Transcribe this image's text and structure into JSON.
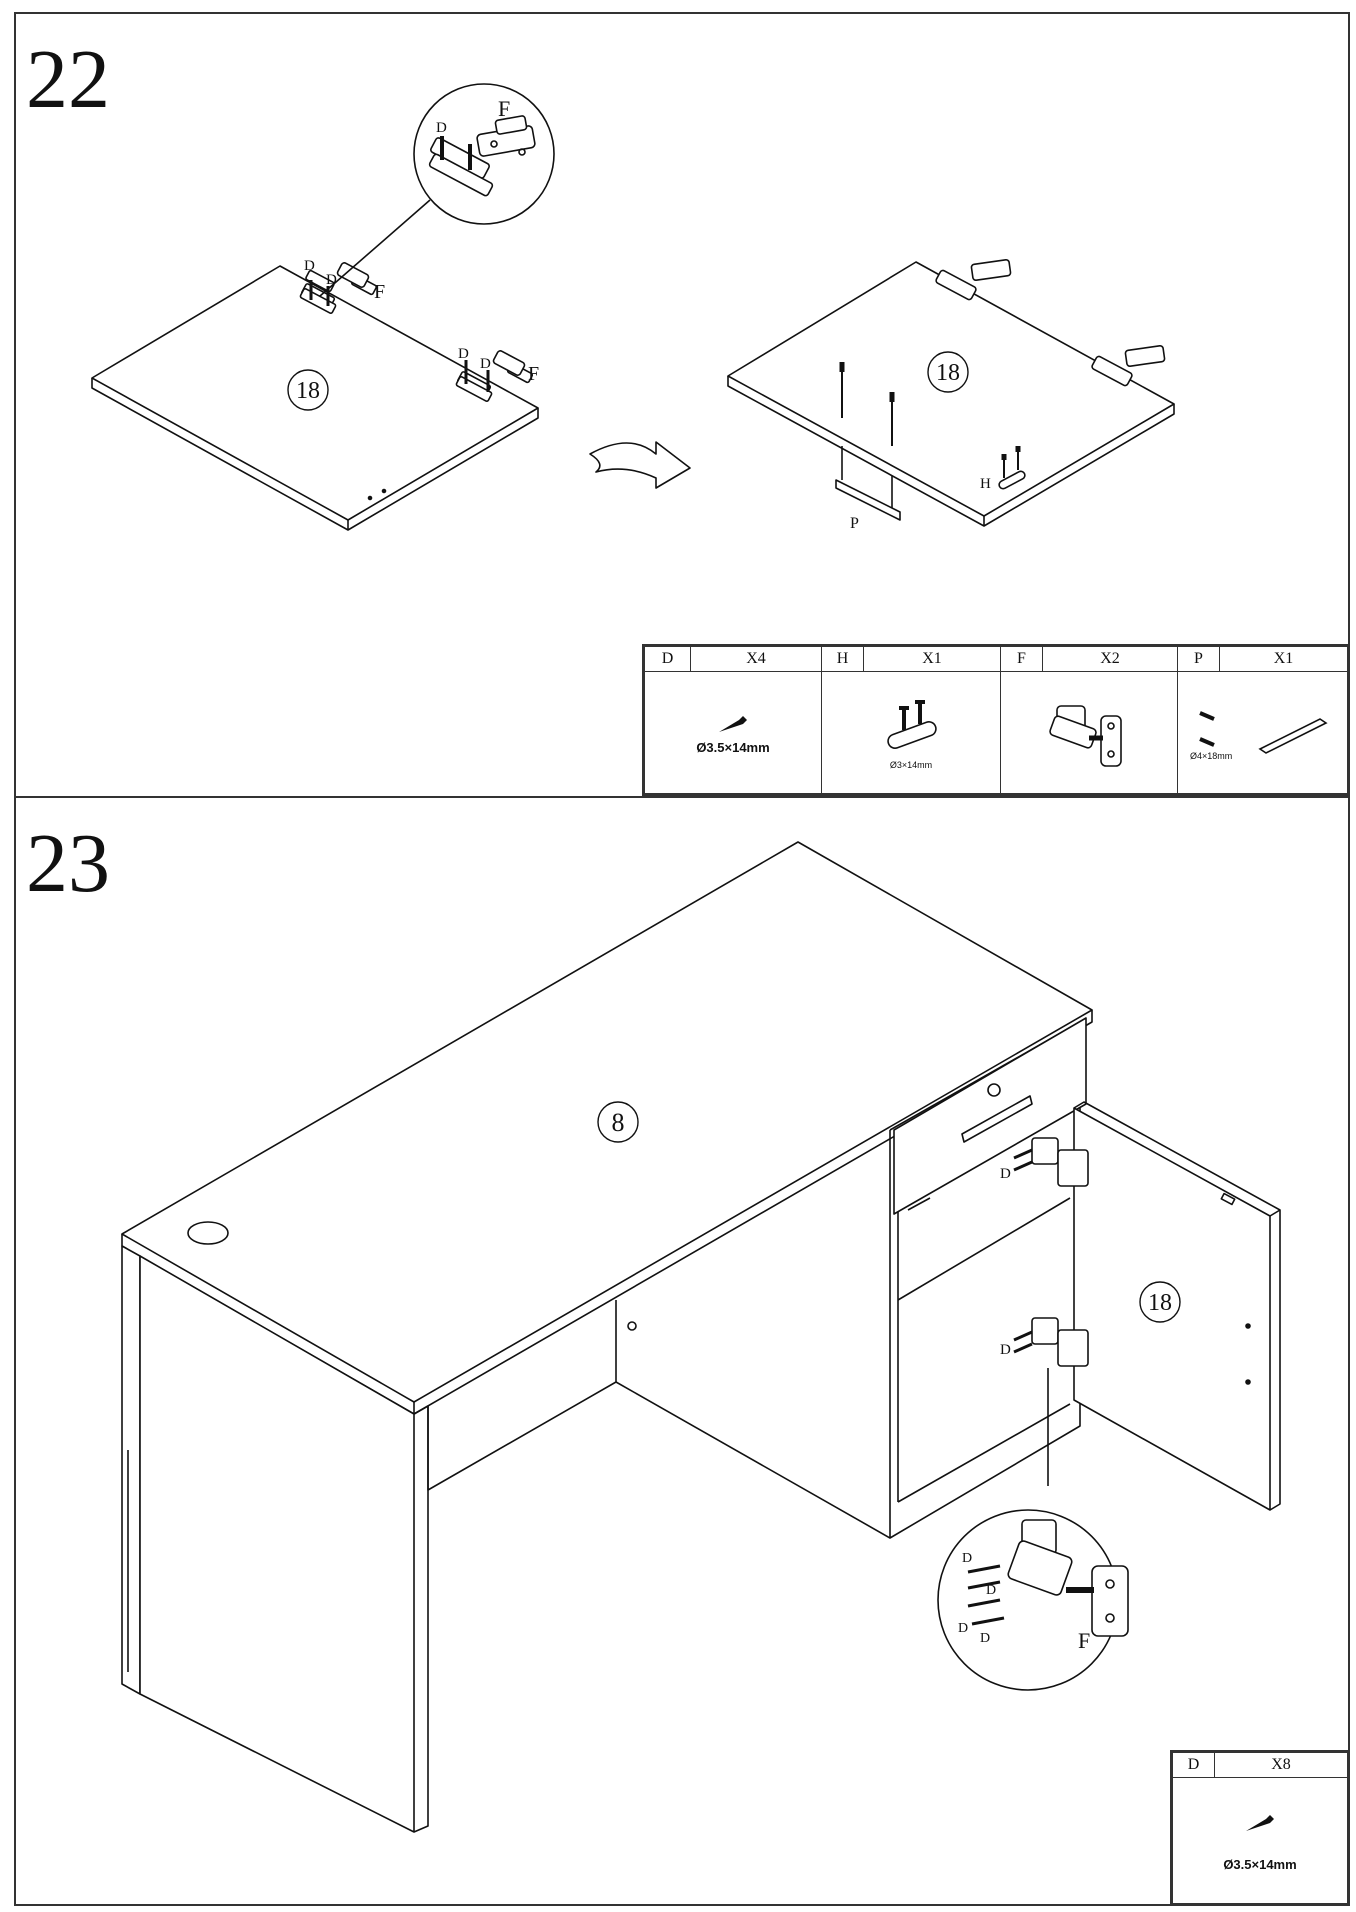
{
  "step22": {
    "number": "22",
    "panel_label": "18",
    "callouts": {
      "D": "D",
      "F": "F",
      "H": "H",
      "P": "P"
    },
    "parts": [
      {
        "id": "D",
        "qty": "X4",
        "spec": "Ø3.5×14mm",
        "icon": "screw-icon"
      },
      {
        "id": "H",
        "qty": "X1",
        "spec": "Ø3×14mm",
        "icon": "connector-plate-icon"
      },
      {
        "id": "F",
        "qty": "X2",
        "spec": "",
        "icon": "hinge-icon"
      },
      {
        "id": "P",
        "qty": "X1",
        "spec": "Ø4×18mm",
        "icon": "strip-icon"
      }
    ]
  },
  "step23": {
    "number": "23",
    "top_label": "8",
    "door_label": "18",
    "callouts": {
      "D": "D",
      "F": "F"
    },
    "parts": [
      {
        "id": "D",
        "qty": "X8",
        "spec": "Ø3.5×14mm",
        "icon": "screw-icon"
      }
    ]
  }
}
